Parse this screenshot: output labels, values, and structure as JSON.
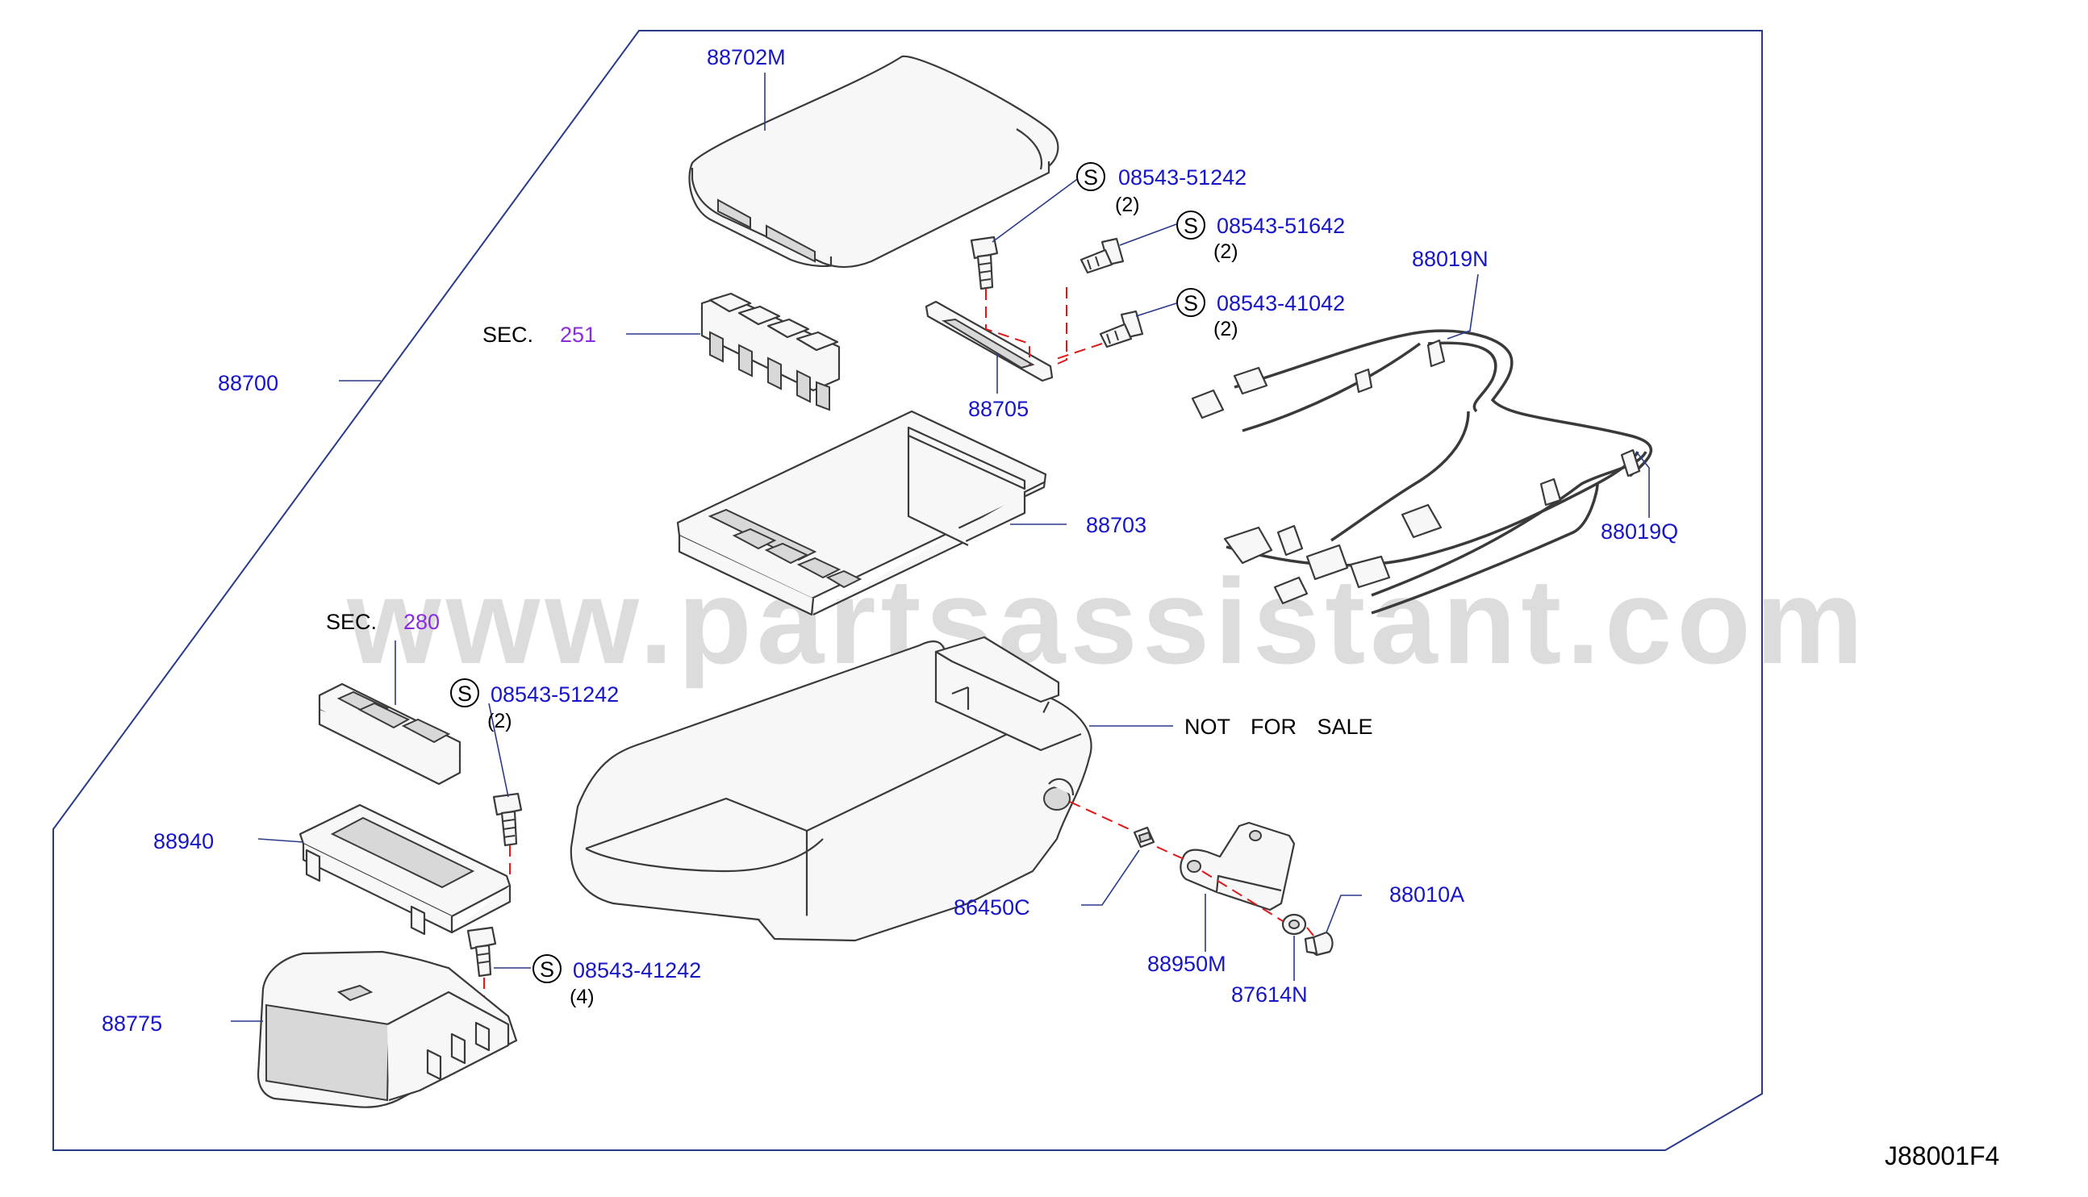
{
  "watermark": "www.partsassistant.com",
  "diagram_code": "J88001F4",
  "screw_symbol": "S",
  "sections": {
    "sec251": {
      "prefix": "SEC.",
      "number": "251"
    },
    "sec280": {
      "prefix": "SEC.",
      "number": "280"
    }
  },
  "parts": {
    "p88702M": "88702M",
    "p88700": "88700",
    "p88705": "88705",
    "p88703": "88703",
    "p88019N": "88019N",
    "p88019Q": "88019Q",
    "p88940": "88940",
    "p88775": "88775",
    "p86450C": "86450C",
    "p88950M": "88950M",
    "p87614N": "87614N",
    "p88010A": "88010A"
  },
  "screws": {
    "s1": {
      "code": "08543-51242",
      "qty": "(2)"
    },
    "s2": {
      "code": "08543-51642",
      "qty": "(2)"
    },
    "s3": {
      "code": "08543-41042",
      "qty": "(2)"
    },
    "s4": {
      "code": "08543-51242",
      "qty": "(2)"
    },
    "s5": {
      "code": "08543-41242",
      "qty": "(4)"
    }
  },
  "not_for_sale": "NOT FOR SALE"
}
